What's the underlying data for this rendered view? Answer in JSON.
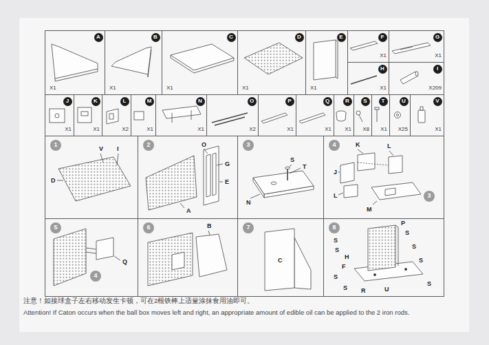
{
  "diagram": {
    "nodes": [
      {
        "text": [
          "X1"
        ]
      },
      {
        "text": [
          "A"
        ],
        "in": 0
      },
      {
        "text": [
          "X1"
        ]
      },
      {
        "text": [
          "B"
        ],
        "in": 2
      },
      {
        "text": [
          "X1"
        ]
      },
      {
        "text": [
          "C"
        ],
        "in": 4
      },
      {
        "text": [
          "X1"
        ]
      },
      {
        "text": [
          "D"
        ],
        "in": 6
      },
      {
        "text": [
          "X1"
        ]
      },
      {
        "text": [
          "E"
        ],
        "in": 8
      },
      {
        "text": [
          "X1"
        ]
      },
      {
        "text": [
          "F"
        ],
        "in": 10
      },
      {
        "text": [
          "X1"
        ]
      },
      {
        "text": [
          "G"
        ],
        "in": 12
      },
      {
        "text": [
          "X1"
        ]
      },
      {
        "text": [
          "H"
        ],
        "in": 14
      },
      {
        "text": [
          "X209"
        ]
      },
      {
        "text": [
          "I"
        ],
        "in": 16
      },
      {
        "text": [
          "X1"
        ]
      },
      {
        "text": [
          "J"
        ],
        "in": 18
      },
      {
        "text": [
          "X1"
        ]
      },
      {
        "text": [
          "K"
        ],
        "in": 20
      },
      {
        "text": [
          "X2"
        ]
      },
      {
        "text": [
          "L"
        ],
        "in": 22
      },
      {
        "text": [
          "X1"
        ]
      },
      {
        "text": [
          "M"
        ],
        "in": 24
      },
      {
        "text": [
          "X1"
        ]
      },
      {
        "text": [
          "N"
        ],
        "in": 26
      },
      {
        "text": [
          "X2"
        ]
      },
      {
        "text": [
          "O"
        ],
        "in": 28
      },
      {
        "text": [
          "X1"
        ]
      },
      {
        "text": [
          "P"
        ],
        "in": 30
      },
      {
        "text": [
          "X1"
        ]
      },
      {
        "text": [
          "Q"
        ],
        "in": 32
      },
      {
        "text": [
          "X1"
        ]
      },
      {
        "text": [
          "R"
        ],
        "in": 34
      },
      {
        "text": [
          "X8"
        ]
      },
      {
        "text": [
          "S"
        ],
        "in": 36
      },
      {
        "text": [
          "X1"
        ]
      },
      {
        "text": [
          "T"
        ],
        "in": 38
      },
      {
        "text": [
          "X25"
        ]
      },
      {
        "text": [
          "U"
        ],
        "in": 40
      },
      {
        "text": [
          "X1"
        ]
      },
      {
        "text": [
          "V"
        ],
        "in": 42
      },
      {
        "text": [
          "D",
          "V",
          "I"
        ]
      },
      {
        "text": [
          "1"
        ],
        "in": 44
      },
      {
        "text": [
          "O",
          "G",
          "E",
          "A"
        ]
      },
      {
        "text": [
          "2"
        ],
        "in": 46
      },
      {
        "text": [
          "S",
          "T",
          "N"
        ]
      },
      {
        "text": [
          "3"
        ],
        "in": 48
      },
      {
        "text": [
          "K",
          "L",
          "J",
          "L",
          "M"
        ]
      },
      {
        "text": [
          "4"
        ],
        "in": 50
      },
      {
        "text": [
          "3"
        ],
        "in": 50
      },
      {
        "text": [
          "Q"
        ]
      },
      {
        "text": [
          "5"
        ],
        "in": 53
      },
      {
        "text": [
          "4"
        ],
        "in": 53
      },
      {
        "text": [
          "B"
        ]
      },
      {
        "text": [
          "6"
        ],
        "in": 56
      },
      {
        "text": [
          "C"
        ]
      },
      {
        "text": [
          "7"
        ],
        "in": 58
      },
      {
        "text": [
          "P",
          "S",
          "S",
          "H",
          "F",
          "S",
          "S",
          "R",
          "U",
          "S",
          "S",
          "S",
          "S"
        ]
      },
      {
        "text": [
          "8"
        ],
        "in": 60
      }
    ],
    "labels": [
      "注意！如接球盒子左右移动发生卡顿，可在2根铁棒上适量涂抹食用油即可。",
      "Attention! If Caton occurs when the ball box moves left and right, an appropriate amount of edible oil can be applied to the 2 iron rods."
    ]
  }
}
